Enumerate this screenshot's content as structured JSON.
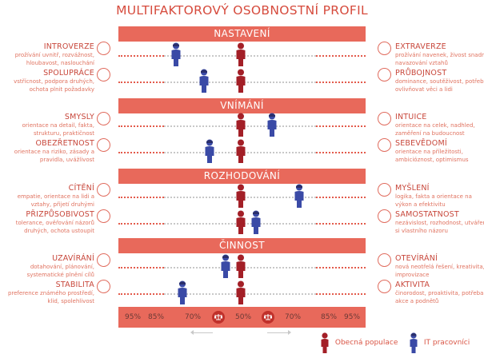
{
  "title": "MULTIFAKTOROVÝ OSOBNOSTNÍ PROFIL",
  "sections": [
    "NASTAVENÍ",
    "VNÍMÁNÍ",
    "ROZHODOVÁNÍ",
    "ČINNOST"
  ],
  "scale": {
    "left_ticks": [
      "95%",
      "85%",
      "70%"
    ],
    "center_tick": "50%",
    "right_ticks": [
      "70%",
      "85%",
      "95%"
    ]
  },
  "legend": {
    "general": "Obecná populace",
    "it": "IT pracovníci"
  },
  "colors": {
    "accent": "#e8695b",
    "general_figure": "#a31f27",
    "it_figure": "#3a4aa6"
  },
  "icons": [
    "user-icon",
    "handshake-icon",
    "magnifier-icon",
    "eye-icon",
    "heart-icon",
    "refresh-icon",
    "list-icon",
    "scale-icon",
    "users-icon",
    "shield-icon",
    "bulb-icon",
    "person-icon",
    "brain-icon",
    "gear-icon",
    "chat-icon",
    "run-icon"
  ],
  "dimensions": [
    {
      "left": {
        "title": "INTROVERZE",
        "desc": "prožívání uvnitř, rozvážnost, hloubavost, naslouchání"
      },
      "right": {
        "title": "EXTRAVERZE",
        "desc": "prožívání navenek, živost snadné navazování vztahů"
      }
    },
    {
      "left": {
        "title": "SPOLUPRÁCE",
        "desc": "vstřícnost, podpora druhých, ochota plnit požadavky"
      },
      "right": {
        "title": "PRŮBOJNOST",
        "desc": "dominance, soutěživost, potřeba ovlivňovat věci a lidi"
      }
    },
    {
      "left": {
        "title": "SMYSLY",
        "desc": "orientace na detail, fakta, strukturu, praktičnost"
      },
      "right": {
        "title": "INTUICE",
        "desc": "orientace na celek, nadhled, zaměření na budoucnost"
      }
    },
    {
      "left": {
        "title": "OBEZŘETNOST",
        "desc": "orientace na riziko, zásady a pravidla, uvážlivost"
      },
      "right": {
        "title": "SEBEVĚDOMÍ",
        "desc": "orientace na příležitosti, ambicióznost, optimismus"
      }
    },
    {
      "left": {
        "title": "CÍTĚNÍ",
        "desc": "empatie, orientace na lidi a vztahy, přijetí druhými"
      },
      "right": {
        "title": "MYŠLENÍ",
        "desc": "logika, fakta a orientace na výkon a efektivitu"
      }
    },
    {
      "left": {
        "title": "PŘIZPŮSOBIVOST",
        "desc": "tolerance, ověřování názorů druhých, ochota ustoupit"
      },
      "right": {
        "title": "SAMOSTATNOST",
        "desc": "nezávislost, rozhodnost, utváření si vlastního názoru"
      }
    },
    {
      "left": {
        "title": "UZAVÍRÁNÍ",
        "desc": "dotahování, plánování, systematické plnění cílů"
      },
      "right": {
        "title": "OTEVÍRÁNÍ",
        "desc": "nová neotřelá řešení, kreativita, improvizace"
      }
    },
    {
      "left": {
        "title": "STABILITA",
        "desc": "preference známého prostředí, klid, spolehlivost"
      },
      "right": {
        "title": "AKTIVITA",
        "desc": "činorodost, proaktivita, potřeba akce a podnětů"
      }
    }
  ],
  "chart_data": {
    "type": "scatter",
    "title": "MULTIFAKTOROVÝ OSOBNOSTNÍ PROFIL",
    "xlabel": "",
    "ylabel": "",
    "x_axis": "bipolar percentile scale (left pole ← 50% → right pole)",
    "ticks": [
      "95%",
      "85%",
      "70%",
      "50%",
      "70%",
      "85%",
      "95%"
    ],
    "categories": [
      "INTROVERZE–EXTRAVERZE",
      "SPOLUPRÁCE–PRŮBOJNOST",
      "SMYSLY–INTUICE",
      "OBEZŘETNOST–SEBEVĚDOMÍ",
      "CÍTĚNÍ–MYŠLENÍ",
      "PŘIZPŮSOBIVOST–SAMOSTATNOST",
      "UZAVÍRÁNÍ–OTEVÍRÁNÍ",
      "STABILITA–AKTIVITA"
    ],
    "series": [
      {
        "name": "Obecná populace",
        "values": [
          0,
          0,
          0,
          0,
          0,
          0,
          0,
          0
        ]
      },
      {
        "name": "IT pracovníci",
        "values": [
          -52,
          -30,
          25,
          -25,
          47,
          12,
          -12,
          -47
        ]
      }
    ],
    "note_units": "signed % toward pole; -value = left pole, +value = right pole",
    "grid": false,
    "legend_position": "bottom-right"
  }
}
